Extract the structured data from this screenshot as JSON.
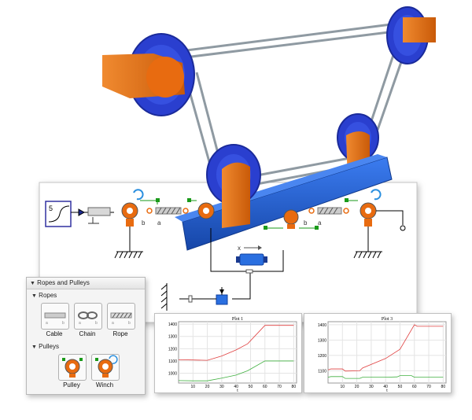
{
  "library": {
    "title": "Ropes and Pulleys",
    "ropes_section": "Ropes",
    "pulleys_section": "Pulleys",
    "items_ropes": [
      {
        "label": "Cable",
        "icon": "cable-icon"
      },
      {
        "label": "Chain",
        "icon": "chain-icon"
      },
      {
        "label": "Rope",
        "icon": "rope-icon"
      }
    ],
    "items_pulleys": [
      {
        "label": "Pulley",
        "icon": "pulley-icon"
      },
      {
        "label": "Winch",
        "icon": "winch-icon"
      }
    ]
  },
  "diagram": {
    "step_value": "5",
    "port_a": "a",
    "port_b": "b",
    "axis_x": "x"
  },
  "plots": [
    {
      "title": "Plot 1",
      "xlabel": "t",
      "xticks": [
        10,
        20,
        30,
        40,
        50,
        60,
        70,
        80
      ],
      "yticks": [
        1000,
        1100,
        1200,
        1300,
        1400
      ],
      "xlim": [
        0,
        82
      ],
      "ylim": [
        920,
        1420
      ],
      "series": [
        {
          "color": "#e04040",
          "x": [
            0,
            10,
            20,
            30,
            40,
            48,
            60,
            70,
            80
          ],
          "y": [
            1110,
            1108,
            1105,
            1140,
            1190,
            1240,
            1390,
            1390,
            1390
          ]
        },
        {
          "color": "#40b040",
          "x": [
            0,
            10,
            20,
            30,
            40,
            48,
            60,
            70,
            80
          ],
          "y": [
            940,
            938,
            938,
            960,
            985,
            1020,
            1100,
            1100,
            1100
          ]
        }
      ]
    },
    {
      "title": "Plot 3",
      "xlabel": "t",
      "xticks": [
        10,
        20,
        30,
        40,
        50,
        60,
        70,
        80
      ],
      "yticks": [
        1100,
        1200,
        1300,
        1400
      ],
      "xlim": [
        0,
        82
      ],
      "ylim": [
        1020,
        1420
      ],
      "series": [
        {
          "color": "#e04040",
          "x": [
            0,
            2,
            10,
            12,
            22,
            24,
            40,
            50,
            60,
            62,
            80
          ],
          "y": [
            1105,
            1112,
            1112,
            1098,
            1100,
            1118,
            1180,
            1240,
            1400,
            1390,
            1390
          ]
        },
        {
          "color": "#40b040",
          "x": [
            0,
            2,
            10,
            12,
            22,
            24,
            40,
            48,
            50,
            58,
            60,
            80
          ],
          "y": [
            1058,
            1062,
            1062,
            1050,
            1050,
            1058,
            1058,
            1060,
            1068,
            1068,
            1058,
            1058
          ]
        }
      ]
    }
  ],
  "colors": {
    "pulley_blue": "#2a3fcf",
    "bracket_orange": "#e86b10",
    "beam_blue": "#1f5fd6",
    "rope_gray": "#8f9aa2"
  }
}
